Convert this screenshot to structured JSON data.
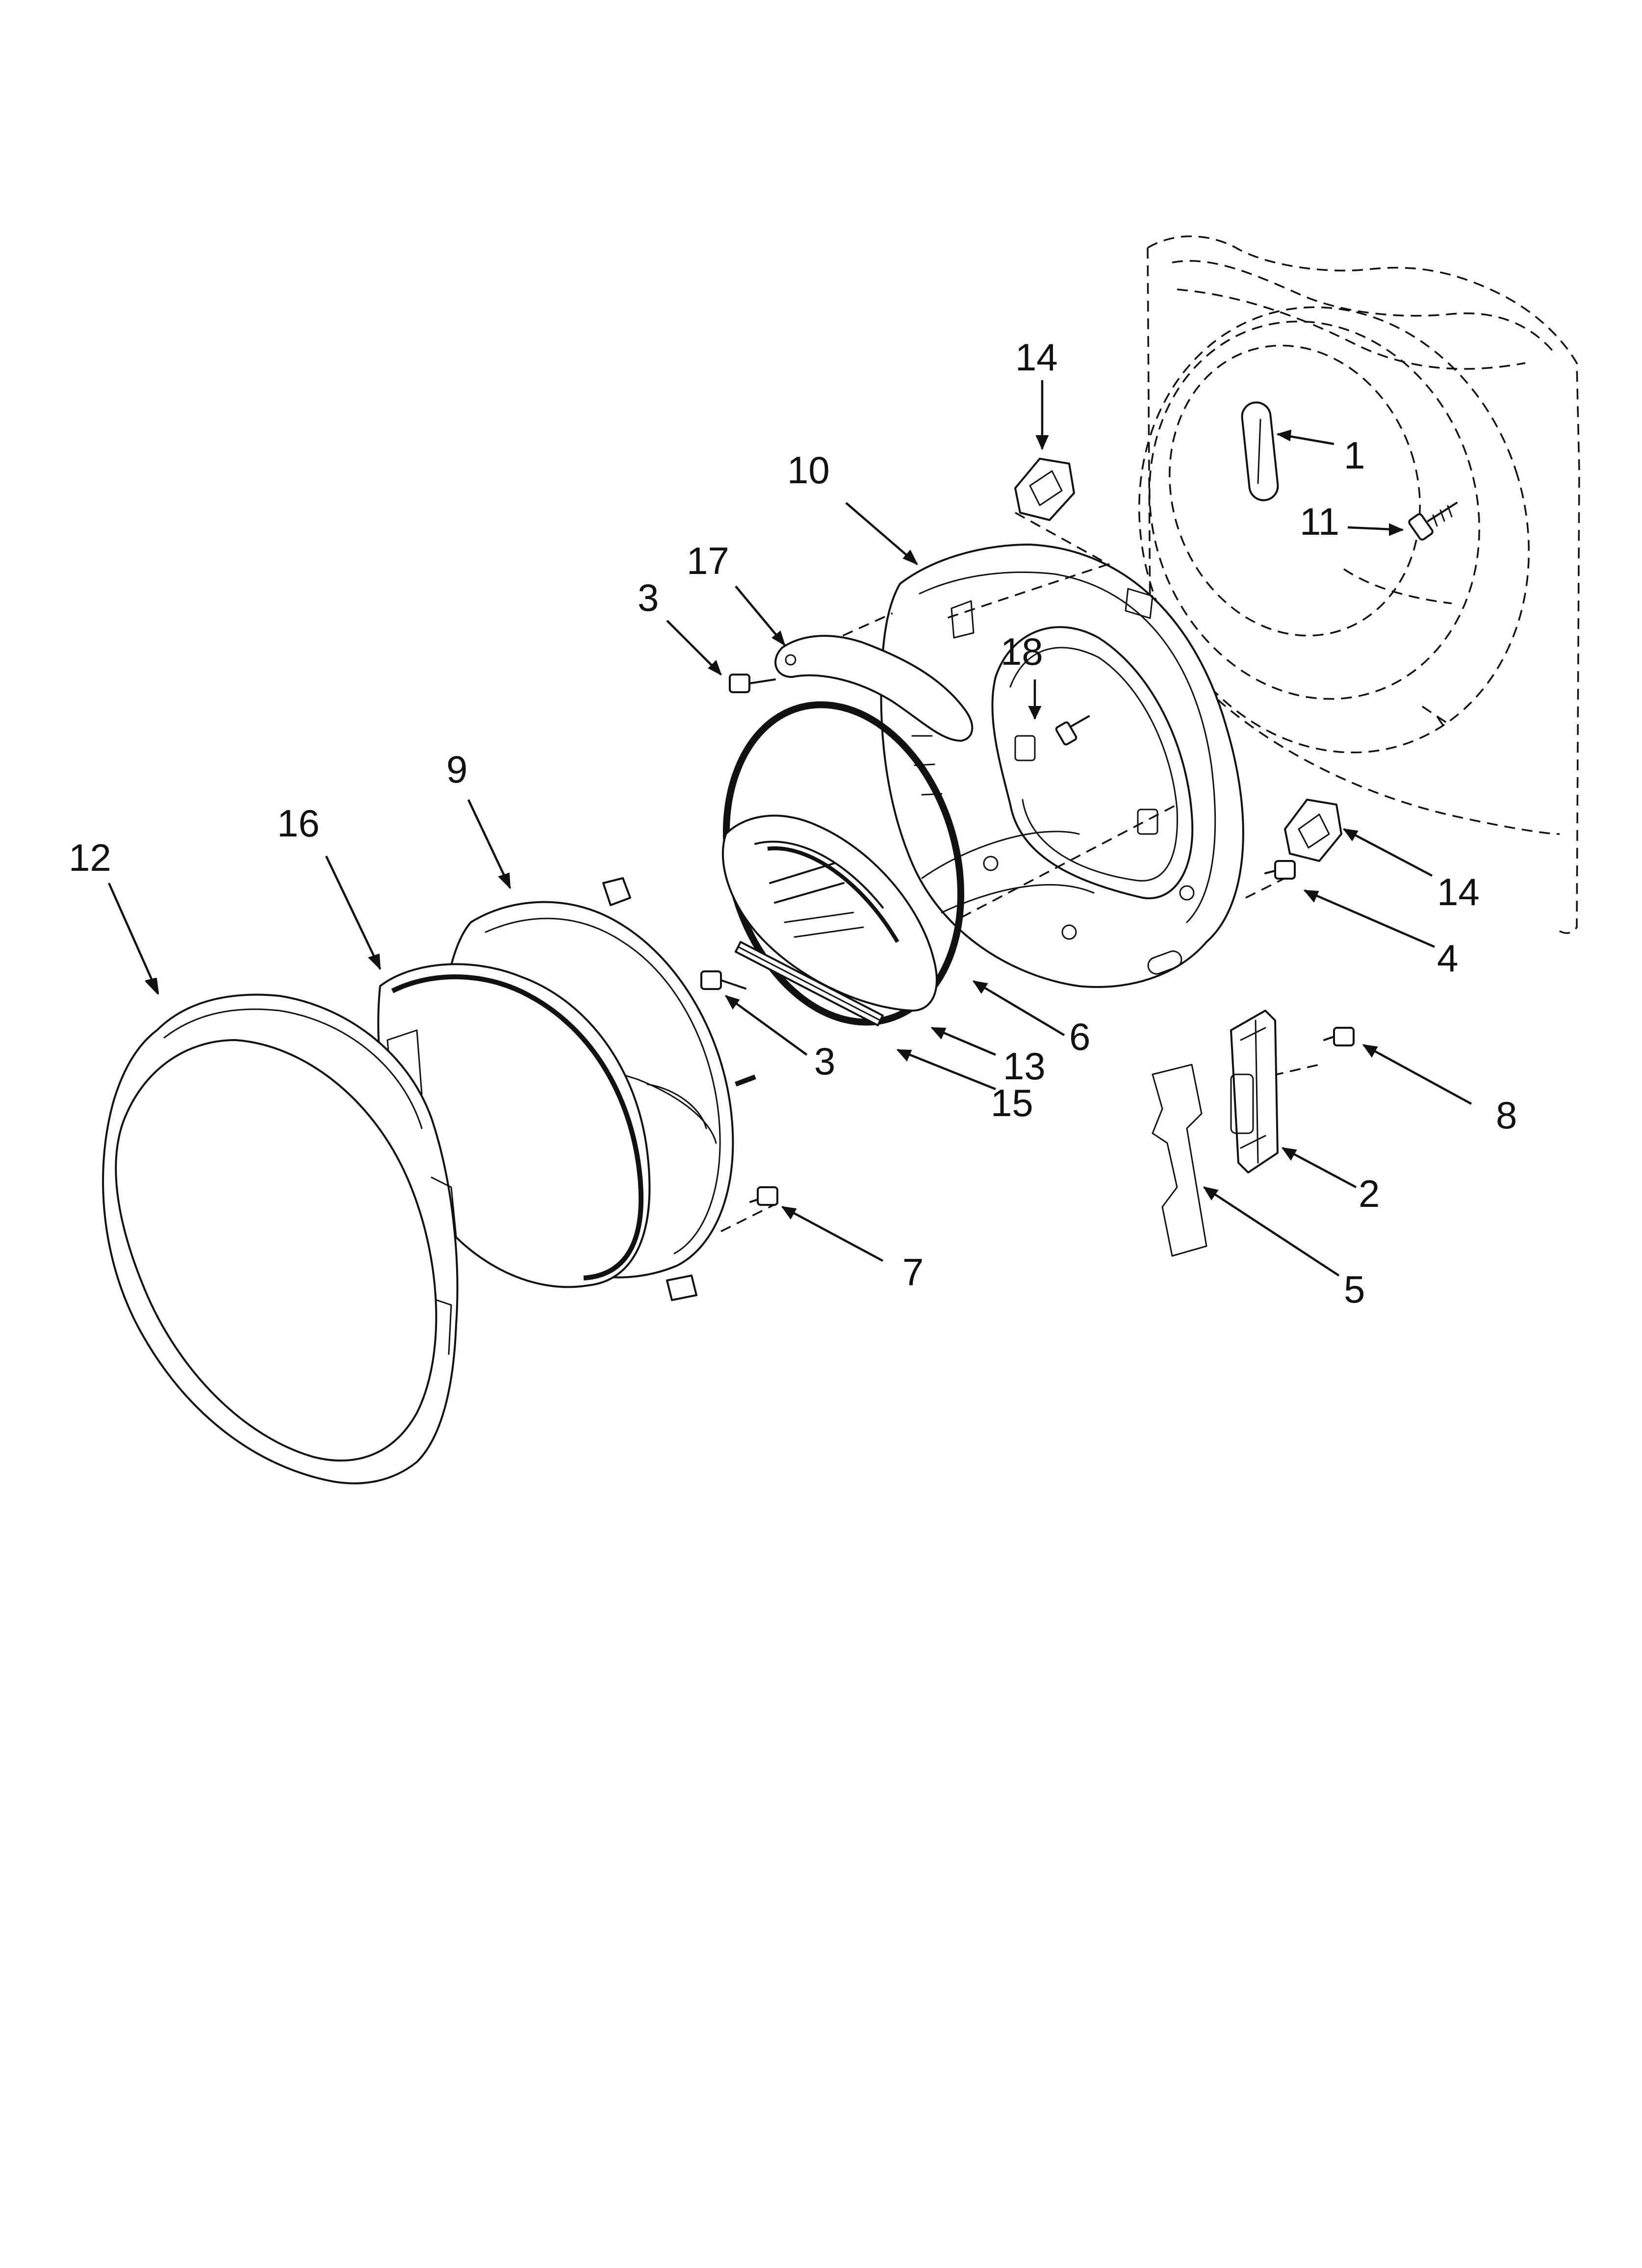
{
  "callouts": {
    "c1": "1",
    "c2": "2",
    "c3a": "3",
    "c3b": "3",
    "c4": "4",
    "c5": "5",
    "c6": "6",
    "c7": "7",
    "c8": "8",
    "c9": "9",
    "c10": "10",
    "c11": "11",
    "c12": "12",
    "c13": "13",
    "c14a": "14",
    "c14b": "14",
    "c15": "15",
    "c16": "16",
    "c17": "17",
    "c18": "18"
  },
  "colors": {
    "line": "#111111",
    "background": "#ffffff"
  }
}
